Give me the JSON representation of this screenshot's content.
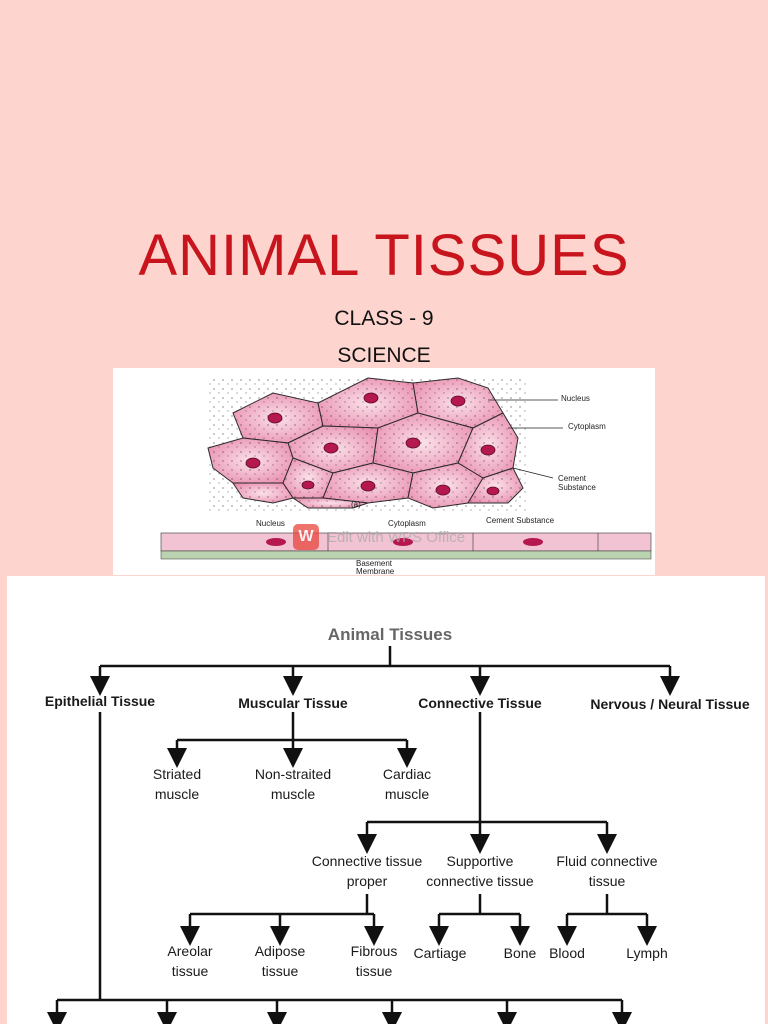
{
  "title": "ANIMAL TISSUES",
  "subtitle_line1": "CLASS - 9",
  "subtitle_line2": "SCIENCE",
  "figure": {
    "labels": {
      "nucleus": "Nucleus",
      "cytoplasm": "Cytoplasm",
      "cement_substance": "Cement\nSubstance",
      "panel_a": "(a)",
      "nucleus_b": "Nucleus",
      "cytoplasm_b": "Cytoplasm",
      "cement_substance_b": "Cement Substance",
      "basement_membrane": "Basement\nMembrane"
    },
    "watermark": "Edit with WPS Office",
    "watermark_logo": "W"
  },
  "flowchart": {
    "root": "Animal Tissues",
    "level1": [
      "Epithelial Tissue",
      "Muscular Tissue",
      "Connective Tissue",
      "Nervous / Neural Tissue"
    ],
    "muscular": [
      "Striated\nmuscle",
      "Non-straited\nmuscle",
      "Cardiac\nmuscle"
    ],
    "connective": [
      "Connective tissue\nproper",
      "Supportive\nconnective tissue",
      "Fluid connective\ntissue"
    ],
    "proper": [
      "Areolar\ntissue",
      "Adipose\ntissue",
      "Fibrous\ntissue"
    ],
    "supportive": [
      "Cartiage",
      "Bone"
    ],
    "fluid": [
      "Blood",
      "Lymph"
    ]
  },
  "colors": {
    "background": "#fdd5ce",
    "title": "#c8141c",
    "cell_fill": "#e98fb0",
    "nucleus_fill": "#b5174f"
  }
}
